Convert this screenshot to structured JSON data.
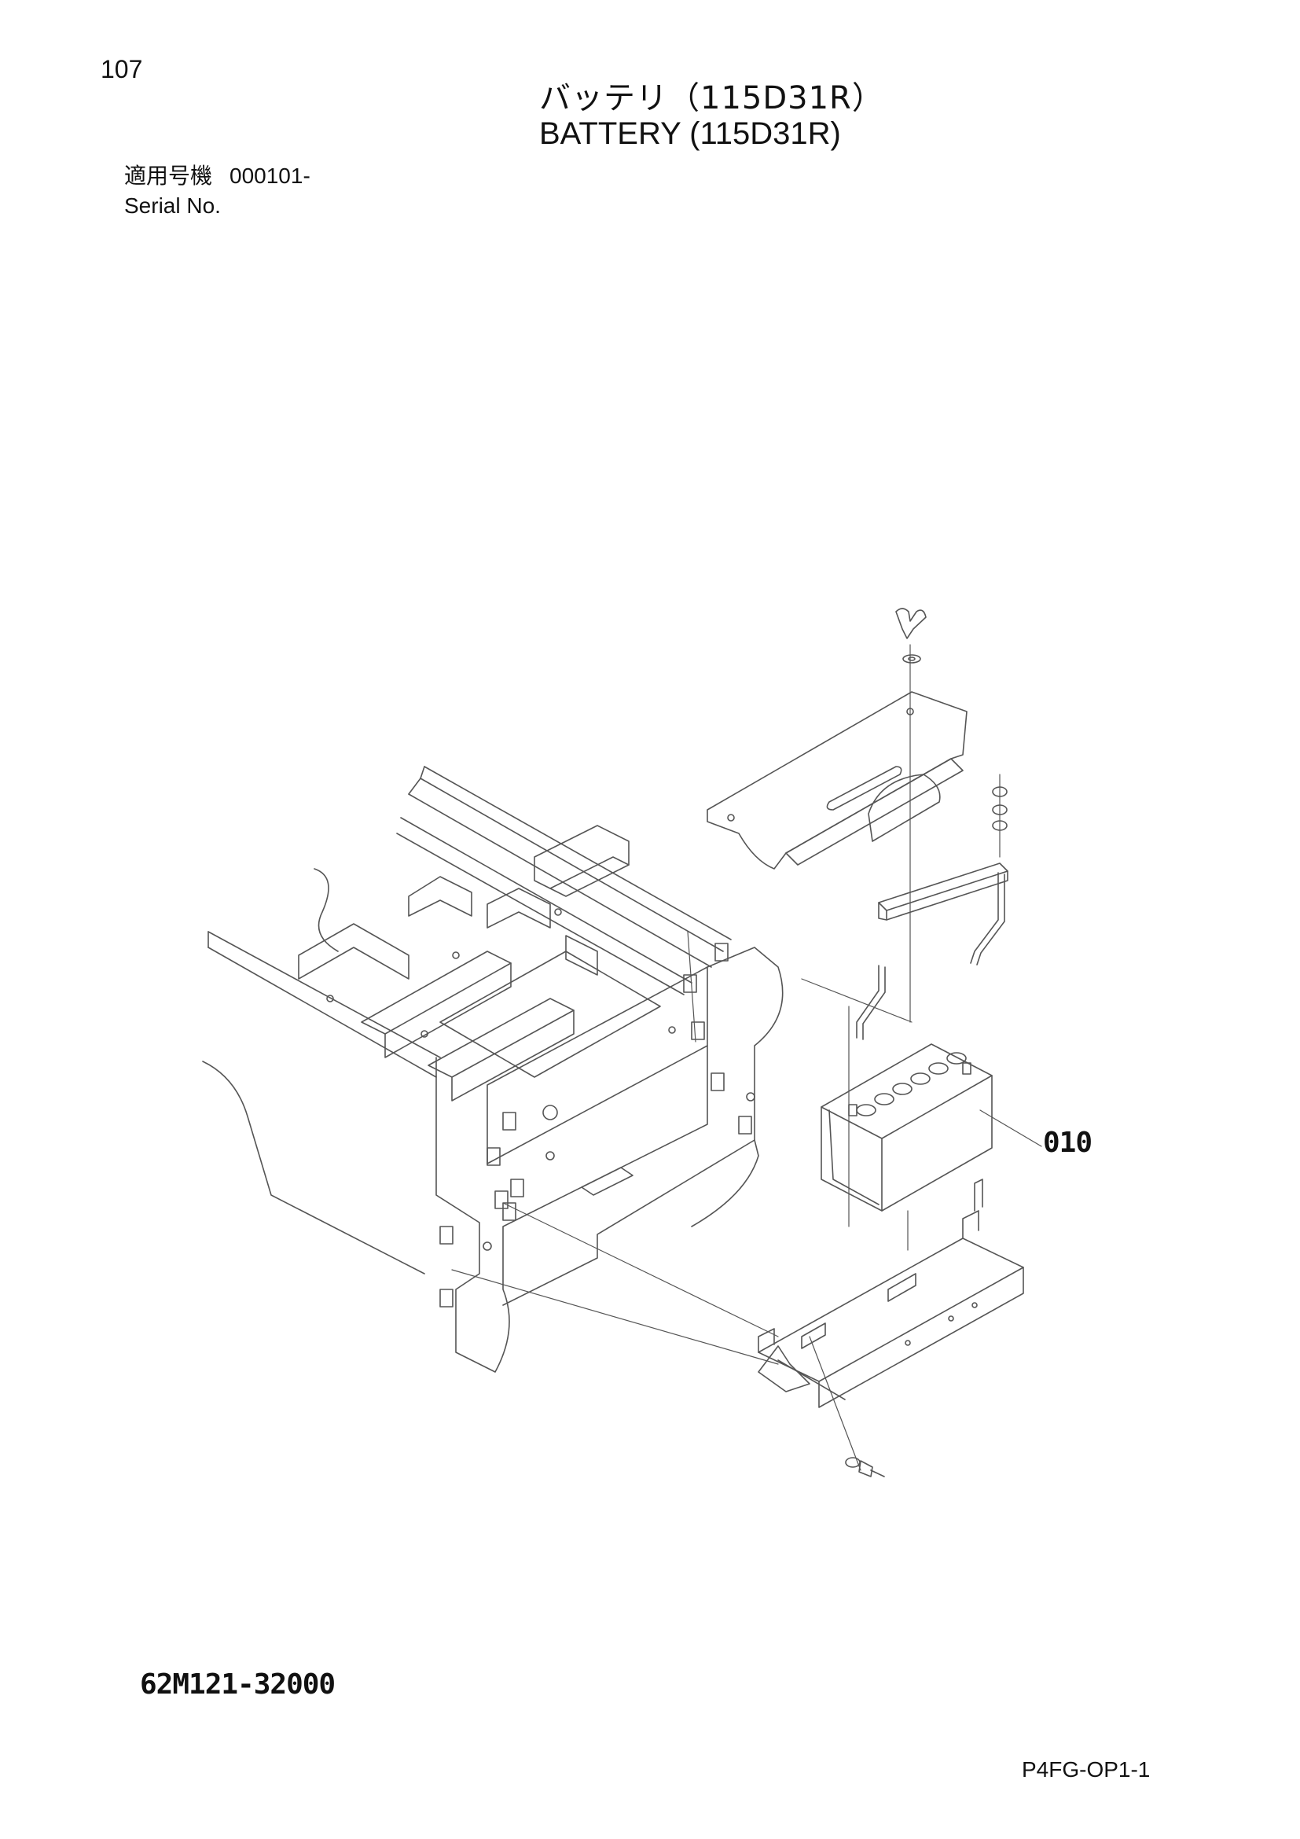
{
  "page": {
    "number": "107",
    "title_jp": "バッテリ（115D31R）",
    "title_en": "BATTERY (115D31R)"
  },
  "serial": {
    "label_jp": "適用号機",
    "value": "000101-",
    "label_en": "Serial No."
  },
  "drawing": {
    "callouts": [
      {
        "id": "010"
      }
    ],
    "drawing_number": "62M121-32000"
  },
  "footer": {
    "page_code": "P4FG-OP1-1"
  },
  "colors": {
    "ink": "#111111",
    "line": "#555555",
    "background": "#ffffff"
  }
}
